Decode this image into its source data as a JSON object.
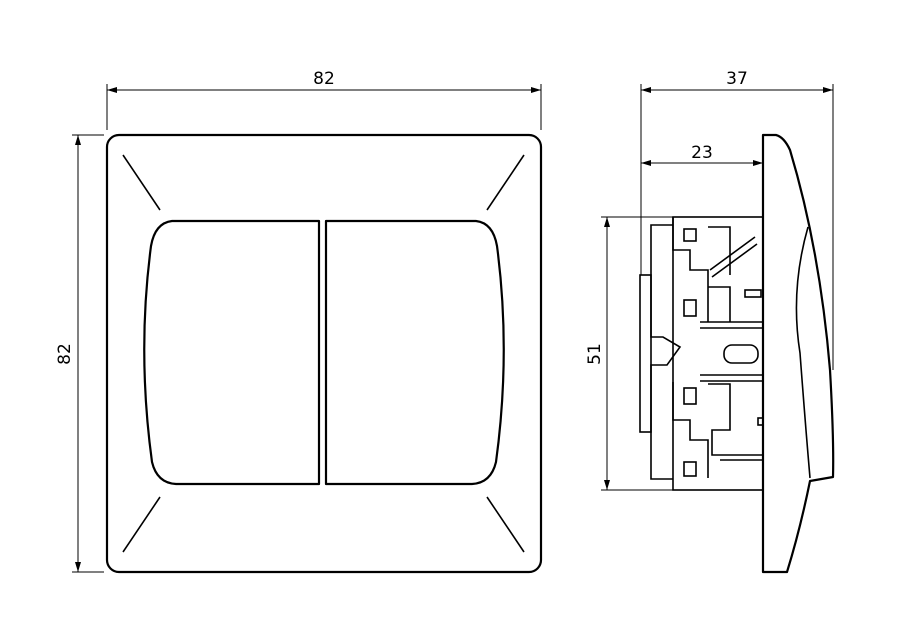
{
  "front_view": {
    "width_label": "82",
    "height_label": "82"
  },
  "side_view": {
    "depth_total_label": "37",
    "depth_mount_label": "23",
    "mechanism_height_label": "51"
  },
  "colors": {
    "line": "#000000",
    "background": "#ffffff"
  }
}
